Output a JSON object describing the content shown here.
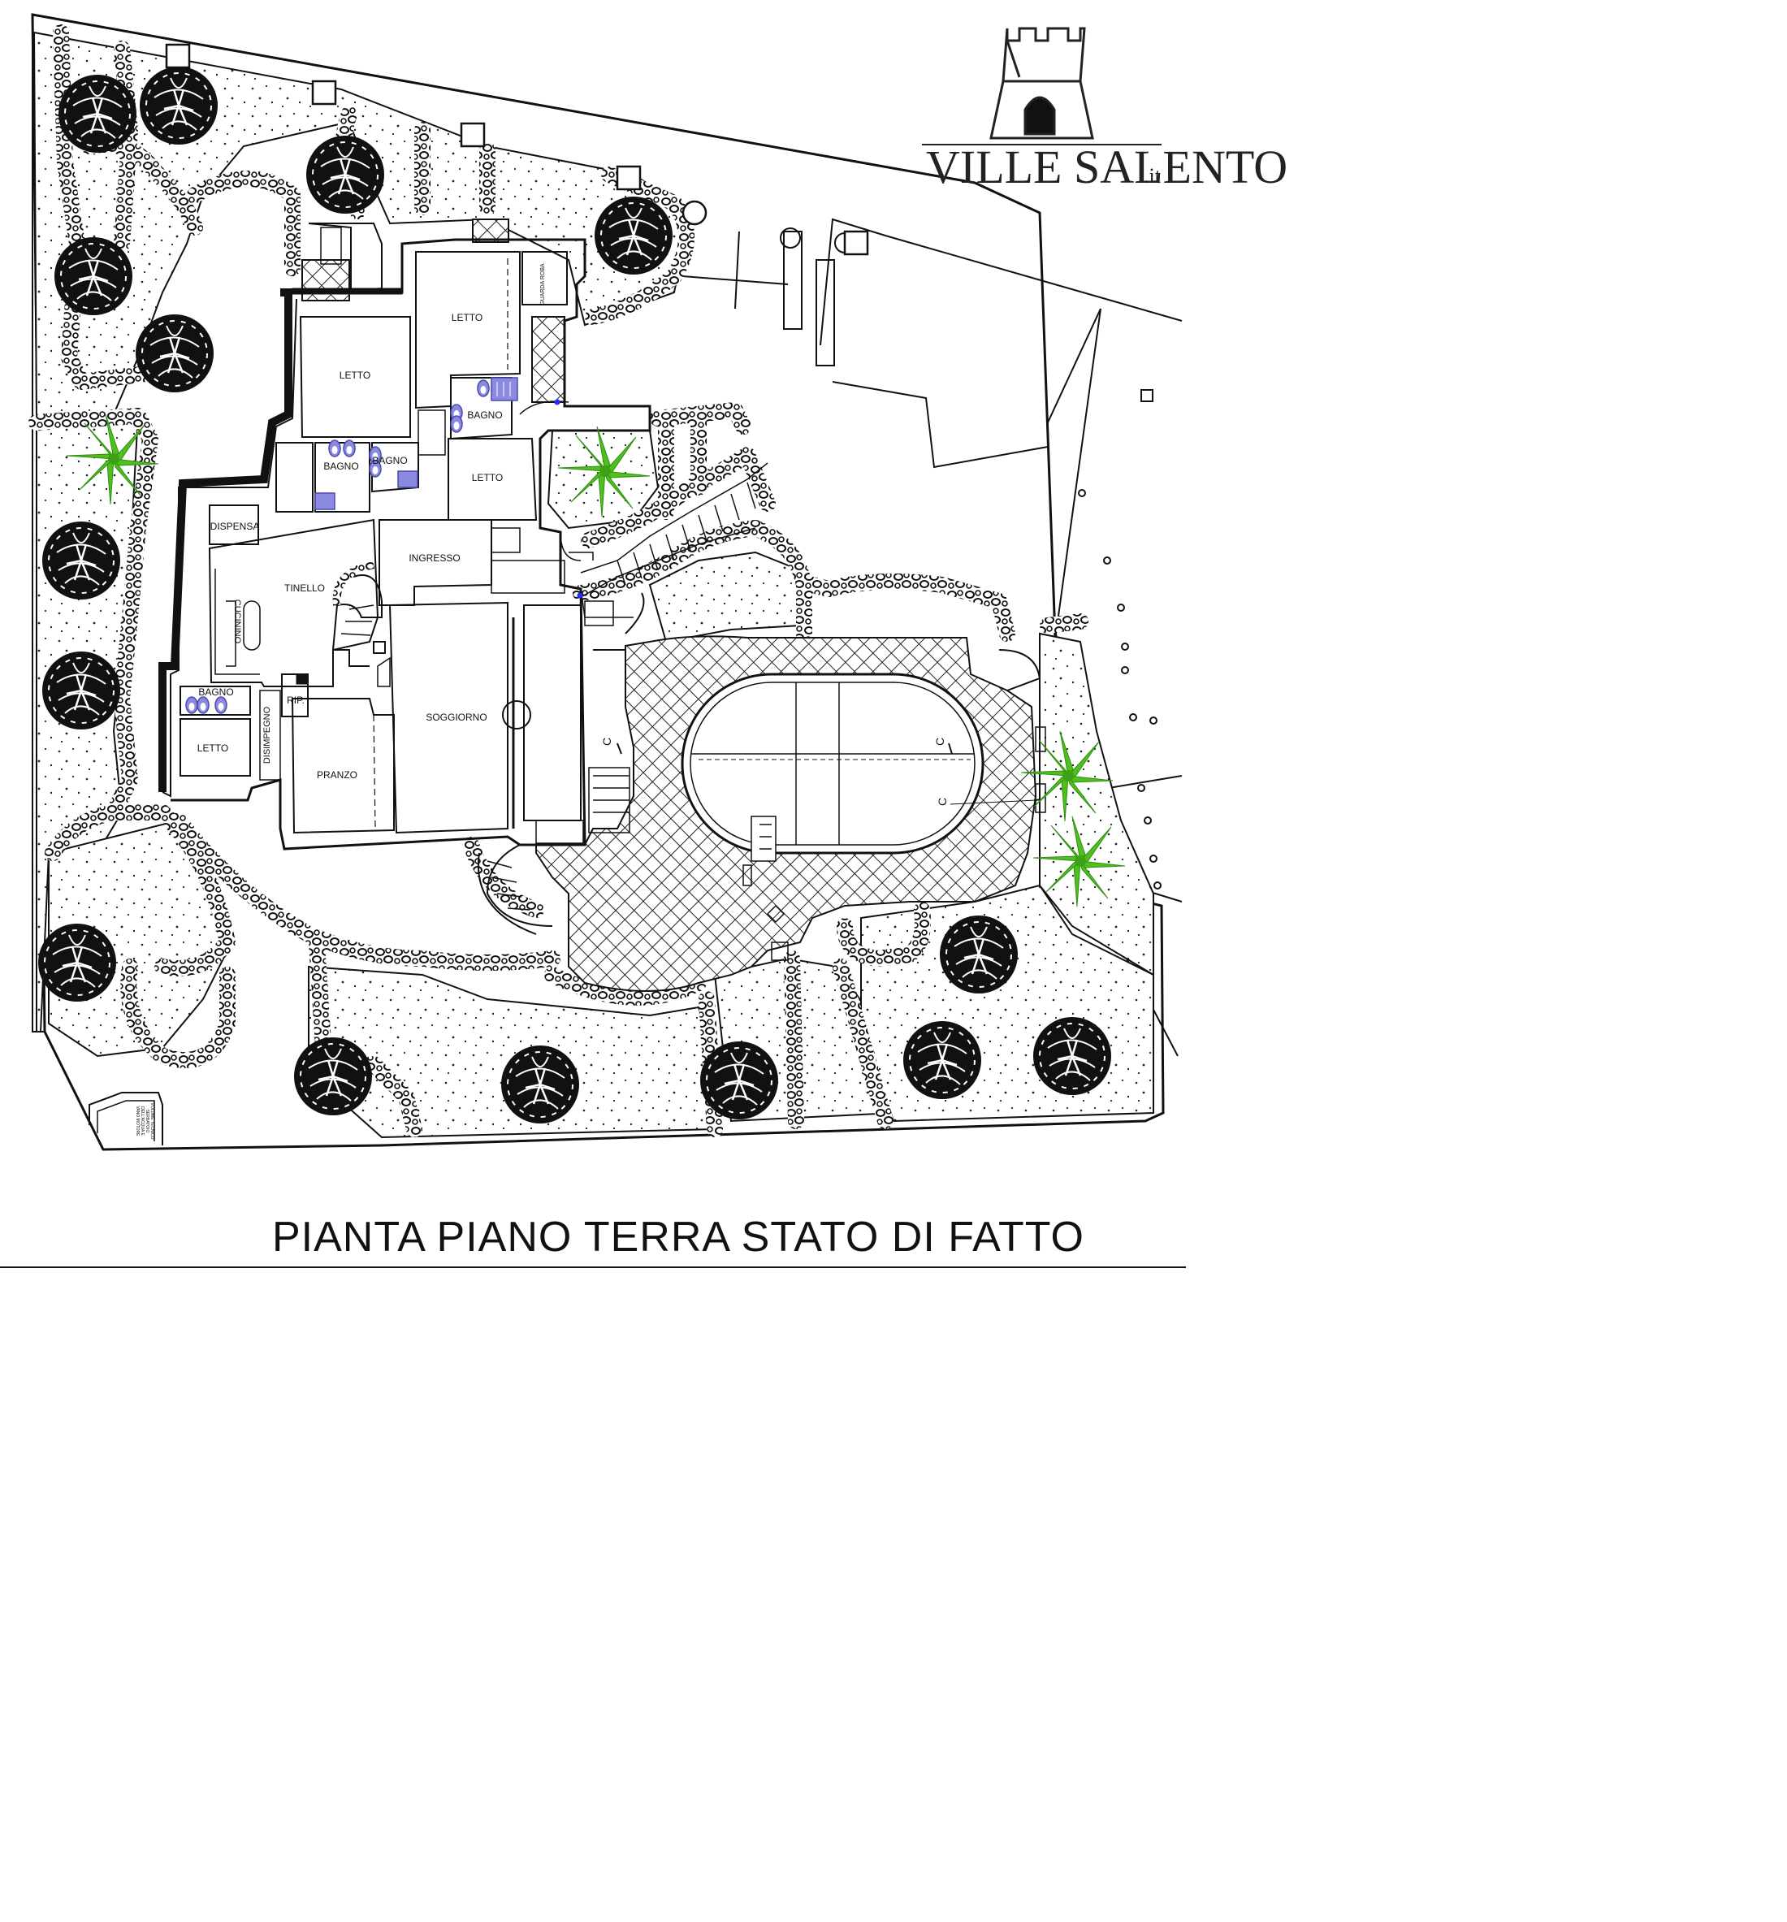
{
  "logo": {
    "brand": "VILLE SALENTO",
    "tld": ".it"
  },
  "title": "PIANTA PIANO TERRA STATO DI FATTO",
  "rooms": {
    "letto_top": "LETTO",
    "letto_left": "LETTO",
    "guardaroba": "GUARDA ROBA",
    "bagno_a": "BAGNO",
    "bagno_b": "BAGNO",
    "bagno_c": "BAGNO",
    "letto_mid": "LETTO",
    "dispensa": "DISPENSA",
    "ingresso": "INGRESSO",
    "tinello": "TINELLO",
    "cucinino": "CUCININO",
    "bagno_d": "BAGNO",
    "letto_bottom": "LETTO",
    "disimpegno": "DISIMPEGNO",
    "rip": "RIP.",
    "soggiorno": "SOGGIORNO",
    "pranzo": "PRANZO"
  },
  "section_marks": [
    "C",
    "C",
    "C"
  ],
  "technical_volume": "VOLUME TECNICO SERBATOIO DELL'ACQUA E VANO MOTORE",
  "colors": {
    "line": "#111111",
    "sanitary": "#6f6fd0",
    "palm": "#4fbf1f",
    "background": "#ffffff"
  }
}
